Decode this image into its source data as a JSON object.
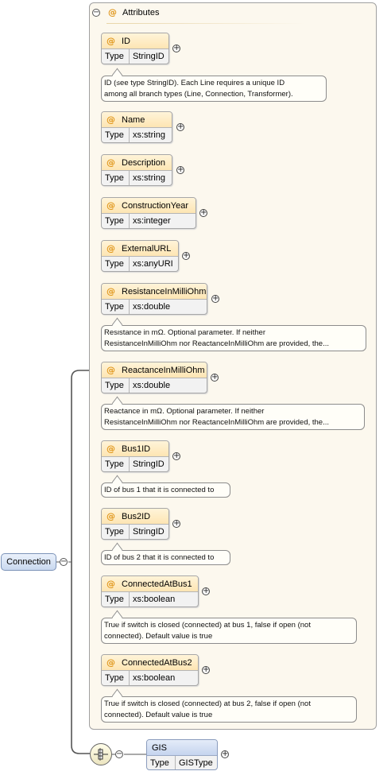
{
  "root": {
    "label": "Connection"
  },
  "attributes_group": {
    "label": "Attributes",
    "attributes": [
      {
        "name": "ID",
        "type_label": "Type",
        "type": "StringID",
        "note": [
          "ID (see type StringID). Each Line requires a unique ID",
          "among all branch types (Line, Connection, Transformer)."
        ]
      },
      {
        "name": "Name",
        "type_label": "Type",
        "type": "xs:string"
      },
      {
        "name": "Description",
        "type_label": "Type",
        "type": "xs:string"
      },
      {
        "name": "ConstructionYear",
        "type_label": "Type",
        "type": "xs:integer"
      },
      {
        "name": "ExternalURL",
        "type_label": "Type",
        "type": "xs:anyURI"
      },
      {
        "name": "ResistanceInMilliOhm",
        "type_label": "Type",
        "type": "xs:double",
        "note": [
          "Resistance in mΩ. Optional parameter. If neither",
          "ResistanceInMilliOhm nor ReactanceInMilliOhm are provided, the..."
        ]
      },
      {
        "name": "ReactanceInMilliOhm",
        "type_label": "Type",
        "type": "xs:double",
        "note": [
          "Reactance in mΩ. Optional parameter. If neither",
          "ResistanceInMilliOhm nor ReactanceInMilliOhm are provided, the..."
        ]
      },
      {
        "name": "Bus1ID",
        "type_label": "Type",
        "type": "StringID",
        "note": [
          "ID of bus 1 that it is connected to"
        ]
      },
      {
        "name": "Bus2ID",
        "type_label": "Type",
        "type": "StringID",
        "note": [
          "ID of bus 2 that it is connected to"
        ]
      },
      {
        "name": "ConnectedAtBus1",
        "type_label": "Type",
        "type": "xs:boolean",
        "note": [
          "True if switch is closed (connected) at bus 1, false if open (not",
          "connected). Default value is true"
        ]
      },
      {
        "name": "ConnectedAtBus2",
        "type_label": "Type",
        "type": "xs:boolean",
        "note": [
          "True if switch is closed (connected) at bus 2, false if open (not",
          "connected). Default value is true"
        ]
      }
    ]
  },
  "child_element": {
    "name": "GIS",
    "type_label": "Type",
    "type": "GISType"
  },
  "icons": {
    "collapse": "minus-circle-icon",
    "expand": "plus-circle-icon",
    "attribute": "at-sign-icon",
    "sequence": "sequence-compositor-icon"
  },
  "colors": {
    "attribute_header": "#fde5b3",
    "element_header": "#c9d8ef",
    "group_background": "#fcf8ee",
    "at_sign": "#e0961a"
  }
}
